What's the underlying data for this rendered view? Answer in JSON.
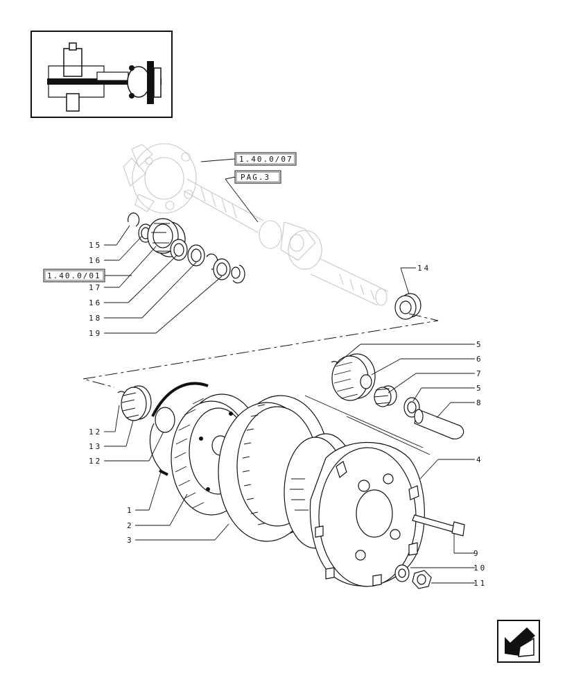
{
  "thumbnail": {
    "icon": "rear-axle-assembly-icon"
  },
  "references": [
    {
      "id": "ref-1",
      "text": "1.40.0/07"
    },
    {
      "id": "ref-2",
      "text": "PAG.3"
    },
    {
      "id": "ref-3",
      "text": "1.40.0/01"
    }
  ],
  "callouts": [
    {
      "id": "c15",
      "text": "15"
    },
    {
      "id": "c16a",
      "text": "16"
    },
    {
      "id": "c17",
      "text": "17"
    },
    {
      "id": "c16b",
      "text": "16"
    },
    {
      "id": "c18",
      "text": "18"
    },
    {
      "id": "c19",
      "text": "19"
    },
    {
      "id": "c14",
      "text": "14"
    },
    {
      "id": "c5a",
      "text": "5"
    },
    {
      "id": "c6",
      "text": "6"
    },
    {
      "id": "c7",
      "text": "7"
    },
    {
      "id": "c5b",
      "text": "5"
    },
    {
      "id": "c8",
      "text": "8"
    },
    {
      "id": "c4",
      "text": "4"
    },
    {
      "id": "c9",
      "text": "9"
    },
    {
      "id": "c10",
      "text": "10"
    },
    {
      "id": "c11",
      "text": "11"
    },
    {
      "id": "c12a",
      "text": "12"
    },
    {
      "id": "c13",
      "text": "13"
    },
    {
      "id": "c12b",
      "text": "12"
    },
    {
      "id": "c1",
      "text": "1"
    },
    {
      "id": "c2",
      "text": "2"
    },
    {
      "id": "c3",
      "text": "3"
    }
  ],
  "navigation": {
    "icon": "back-arrow-icon"
  }
}
